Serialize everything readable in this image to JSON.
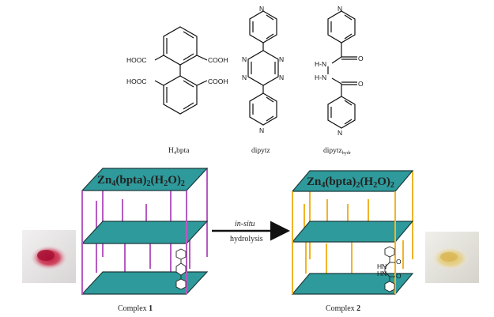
{
  "ligands": {
    "h4bpta": {
      "main": "H",
      "sub": "4",
      "rest": "bpta",
      "groups": {
        "cooh": "COOH",
        "hooc": "HOOC"
      }
    },
    "dipytz": {
      "label": "dipytz"
    },
    "dipytz_hydr": {
      "main": "dipytz",
      "sub": "hydr"
    },
    "atoms": {
      "n": "N",
      "o": "O",
      "hn": "HN",
      "nh": "HN",
      "hn_full": "H-N"
    }
  },
  "complex1": {
    "formula": {
      "a": "Zn",
      "a_sub": "4",
      "b": "(bpta)",
      "b_sub": "2",
      "c": "(H",
      "c_sub": "2",
      "d": "O)",
      "d_sub": "2"
    },
    "caption": {
      "prefix": "Complex ",
      "num": "1"
    },
    "pillar_color": "#b65bc1"
  },
  "complex2": {
    "formula": {
      "a": "Zn",
      "a_sub": "4",
      "b": "(bpta)",
      "b_sub": "2",
      "c": "(H",
      "c_sub": "2",
      "d": "O)",
      "d_sub": "2"
    },
    "caption": {
      "prefix": "Complex ",
      "num": "2"
    },
    "pillar_color": "#f0b428"
  },
  "reaction": {
    "top": "in-situ",
    "bottom": "hydrolysis"
  },
  "colors": {
    "plate": "#2e9a9b",
    "plate_edge": "#1d3b3c"
  }
}
